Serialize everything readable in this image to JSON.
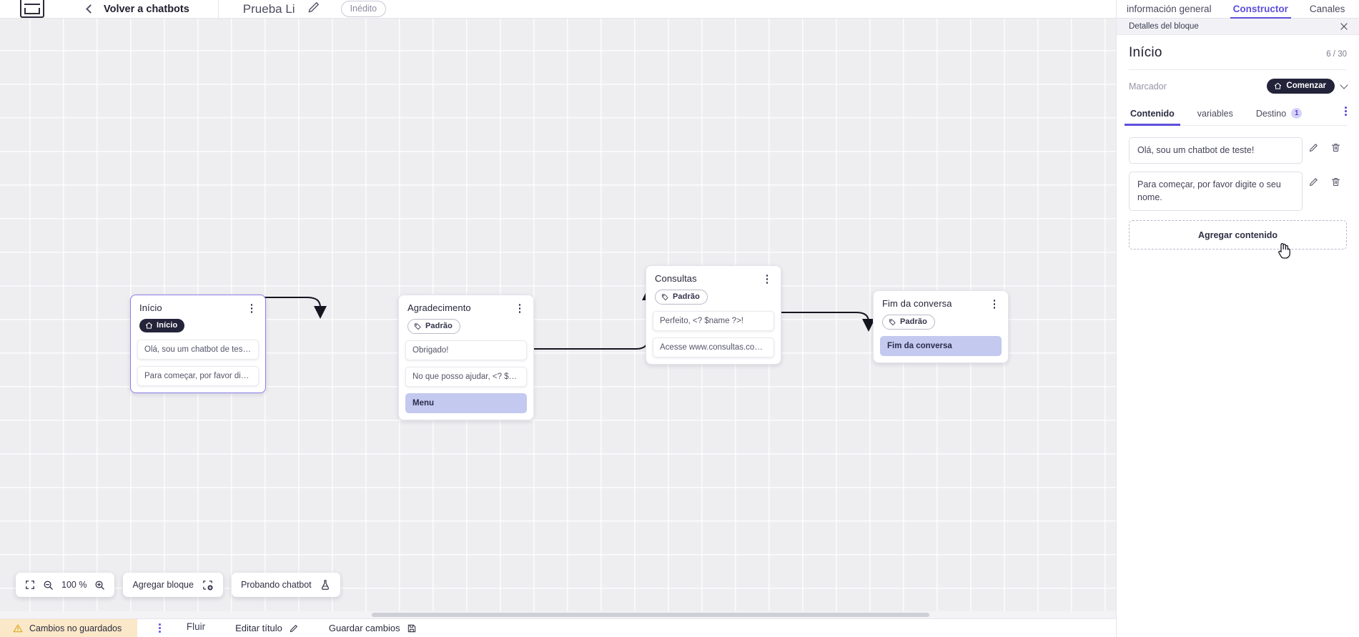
{
  "topbar": {
    "logo_icon": "brand-logo-icon",
    "back_icon": "chevron-left-icon",
    "back_label": "Volver a chatbots",
    "bot_title": "Prueba Li",
    "edit_icon": "pencil-icon",
    "status_badge": "Inédito"
  },
  "canvas": {
    "zoom_level": "100 %",
    "fit_icon": "fit-screen-icon",
    "zoom_out_icon": "zoom-out-icon",
    "zoom_in_icon": "zoom-in-icon",
    "add_block_label": "Agregar bloque",
    "add_block_icon": "add-block-icon",
    "test_chatbot_label": "Probando chatbot",
    "test_chatbot_icon": "flask-icon",
    "nodes": [
      {
        "id": "inicio",
        "title": "Início",
        "tag": "Início",
        "tag_style": "dark",
        "tag_icon": "home-icon",
        "selected": true,
        "messages": [
          {
            "text": "Olá, sou um chatbot de teste!",
            "accent": false
          },
          {
            "text": "Para começar, por favor digite o ...",
            "accent": false
          }
        ]
      },
      {
        "id": "agradecimento",
        "title": "Agradecimento",
        "tag": "Padrão",
        "tag_style": "light",
        "tag_icon": "tag-icon",
        "selected": false,
        "messages": [
          {
            "text": "Obrigado!",
            "accent": false
          },
          {
            "text": "No que posso ajudar, <? $name ...",
            "accent": false
          },
          {
            "text": "Menu",
            "accent": true
          }
        ]
      },
      {
        "id": "consultas",
        "title": "Consultas",
        "tag": "Padrão",
        "tag_style": "light",
        "tag_icon": "tag-icon",
        "selected": false,
        "messages": [
          {
            "text": "Perfeito, <? $name ?>!",
            "accent": false
          },
          {
            "text": "Acesse www.consultas.com par...",
            "accent": false
          }
        ]
      },
      {
        "id": "fim",
        "title": "Fim da conversa",
        "tag": "Padrão",
        "tag_style": "light",
        "tag_icon": "tag-icon",
        "selected": false,
        "messages": [
          {
            "text": "Fim da conversa",
            "accent": true
          }
        ]
      }
    ]
  },
  "statusbar": {
    "warning_icon": "warning-triangle-icon",
    "unsaved_label": "Cambios no guardados",
    "kebab_icon": "kebab-menu-icon",
    "flow_tab": "Fluir",
    "edit_title_label": "Editar título",
    "edit_title_icon": "pencil-icon",
    "save_label": "Guardar cambios",
    "save_icon": "save-disk-icon"
  },
  "right_panel": {
    "tabs": [
      {
        "label": "información general",
        "active": false
      },
      {
        "label": "Constructor",
        "active": true
      },
      {
        "label": "Canales",
        "active": false
      }
    ],
    "header_title": "Detalles del bloque",
    "close_icon": "close-icon",
    "block_title": "Início",
    "block_count": "6 / 30",
    "marker_label": "Marcador",
    "marker_value": "Comenzar",
    "marker_icon": "home-icon",
    "marker_chevron_icon": "chevron-down-icon",
    "panel_tabs": [
      {
        "label": "Contenido",
        "active": true,
        "badge": null
      },
      {
        "label": "variables",
        "active": false,
        "badge": null
      },
      {
        "label": "Destino",
        "active": false,
        "badge": "1"
      }
    ],
    "panel_tabs_kebab_icon": "kebab-menu-icon",
    "contents": [
      {
        "text": "Olá, sou um chatbot de teste!",
        "edit_icon": "pencil-icon",
        "delete_icon": "trash-icon"
      },
      {
        "text": "Para começar, por favor digite o seu nome.",
        "edit_icon": "pencil-icon",
        "delete_icon": "trash-icon"
      }
    ],
    "add_content_label": "Agregar contenido"
  },
  "colors": {
    "accent": "#5d4fdb",
    "node_accent": "#c3c9ef",
    "dark_pill": "#23233a",
    "warning_bg": "#fae8c8",
    "canvas_bg": "#eeeef1"
  }
}
